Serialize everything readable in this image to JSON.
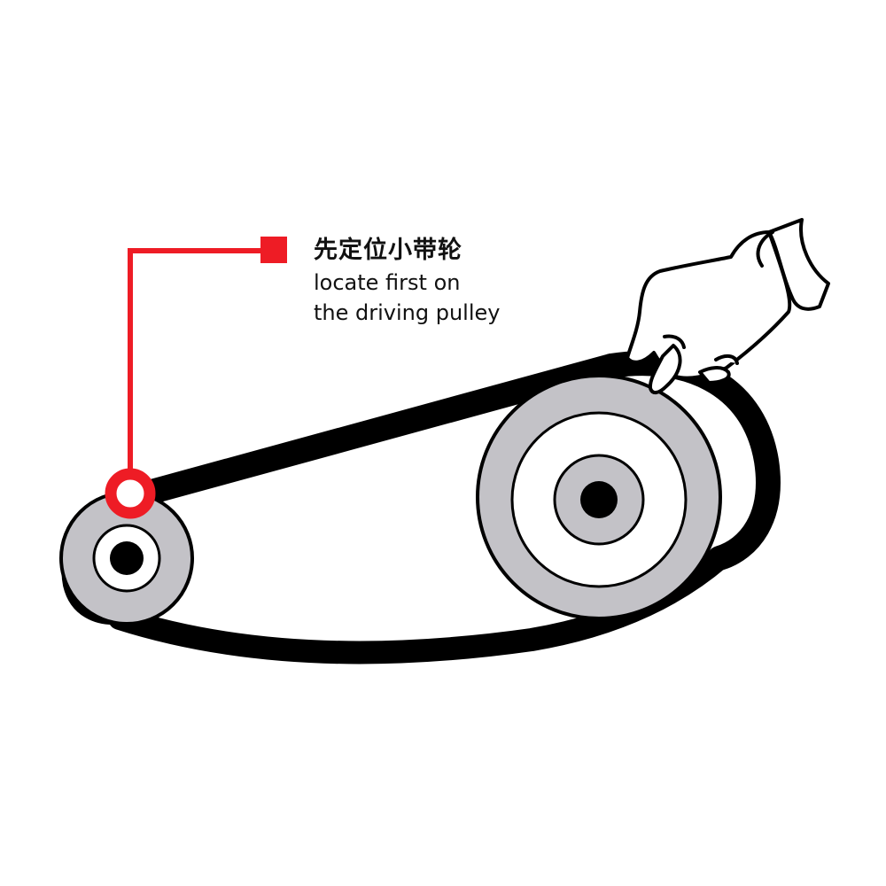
{
  "callout": {
    "title_zh": "先定位小带轮",
    "caption_line1": "locate first on",
    "caption_line2": "the driving pulley"
  },
  "colors": {
    "accent": "#ee1c25",
    "belt": "#000000",
    "pulley_fill": "#c3c2c7",
    "outline": "#000000",
    "background": "#ffffff"
  },
  "icons": {
    "hand": "hand-pressing-belt-icon",
    "marker": "locate-point-marker"
  }
}
